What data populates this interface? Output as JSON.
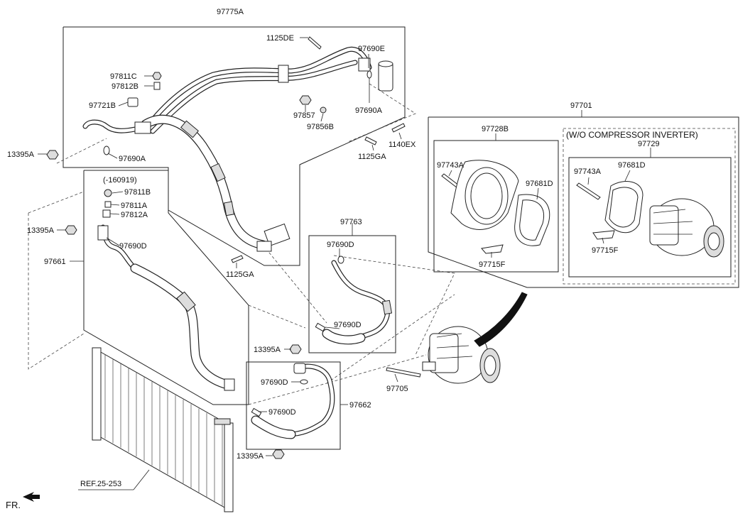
{
  "labels": {
    "p97775A": "97775A",
    "p1125DE": "1125DE",
    "p97690E": "97690E",
    "p97811C": "97811C",
    "p97812B": "97812B",
    "p97721B": "97721B",
    "p97857": "97857",
    "p97856B": "97856B",
    "p97690A_top": "97690A",
    "p97690A_left": "97690A",
    "p1140EX": "1140EX",
    "p1125GA_top": "1125GA",
    "p13395A_top": "13395A",
    "p160919": "(-160919)",
    "p97811B": "97811B",
    "p97811A": "97811A",
    "p97812A": "97812A",
    "p13395A_mid": "13395A",
    "p97690D_left": "97690D",
    "p97661": "97661",
    "p1125GA_mid": "1125GA",
    "p97763": "97763",
    "p97690D_763a": "97690D",
    "p97690D_763b": "97690D",
    "p13395A_low": "13395A",
    "p97690D_662a": "97690D",
    "p97690D_662b": "97690D",
    "p97662": "97662",
    "p13395A_bot": "13395A",
    "p97705": "97705",
    "pREF": "REF.25-253",
    "pFR": "FR.",
    "p97701": "97701",
    "p97728B": "97728B",
    "pWO": "(W/O COMPRESSOR INVERTER)",
    "p97729": "97729",
    "p97743A_a": "97743A",
    "p97681D_a": "97681D",
    "p97715F_a": "97715F",
    "p97743A_b": "97743A",
    "p97681D_b": "97681D",
    "p97715F_b": "97715F"
  },
  "icons": [
    "bolt-icon",
    "nut-icon",
    "o-ring-icon",
    "front-arrow-icon"
  ]
}
